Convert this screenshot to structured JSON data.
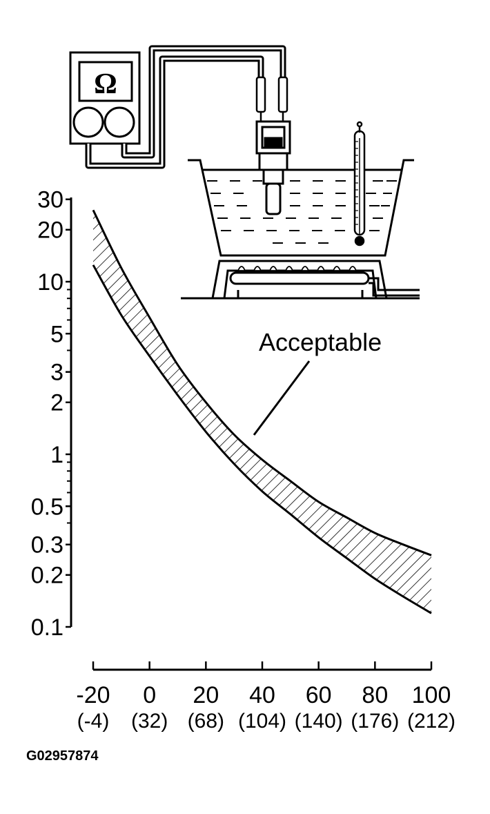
{
  "figure_id": "G02957874",
  "ohmmeter_symbol": "Ω",
  "illustration": {
    "icons": [
      "ohmmeter-icon",
      "temperature-sensor-icon",
      "thermometer-icon",
      "water-pot-icon",
      "burner-icon"
    ]
  },
  "chart_data": {
    "type": "area",
    "y_scale": "log",
    "ylim": [
      0.1,
      30
    ],
    "xlim": [
      -20,
      100
    ],
    "y_ticks": [
      {
        "v": 0.1,
        "label": "0.1"
      },
      {
        "v": 0.2,
        "label": "0.2"
      },
      {
        "v": 0.3,
        "label": "0.3"
      },
      {
        "v": 0.5,
        "label": "0.5"
      },
      {
        "v": 1,
        "label": "1"
      },
      {
        "v": 2,
        "label": "2"
      },
      {
        "v": 3,
        "label": "3"
      },
      {
        "v": 5,
        "label": "5"
      },
      {
        "v": 10,
        "label": "10"
      },
      {
        "v": 20,
        "label": "20"
      },
      {
        "v": 30,
        "label": "30"
      }
    ],
    "y_minor_ticks": [
      0.4,
      0.6,
      0.7,
      0.8,
      0.9,
      4,
      6,
      7,
      8,
      9
    ],
    "x_ticks": [
      {
        "v": -20,
        "label": "-20",
        "sub": "(-4)"
      },
      {
        "v": 0,
        "label": "0",
        "sub": "(32)"
      },
      {
        "v": 20,
        "label": "20",
        "sub": "(68)"
      },
      {
        "v": 40,
        "label": "40",
        "sub": "(104)"
      },
      {
        "v": 60,
        "label": "60",
        "sub": "(140)"
      },
      {
        "v": 80,
        "label": "80",
        "sub": "(176)"
      },
      {
        "v": 100,
        "label": "100",
        "sub": "(212)"
      }
    ],
    "band": {
      "x": [
        -20,
        -10,
        0,
        10,
        20,
        30,
        40,
        50,
        60,
        70,
        80,
        90,
        100
      ],
      "upper": [
        26,
        12,
        6.2,
        3.3,
        2.0,
        1.3,
        0.93,
        0.7,
        0.53,
        0.43,
        0.35,
        0.3,
        0.26
      ],
      "lower": [
        12.5,
        6.4,
        3.7,
        2.2,
        1.35,
        0.88,
        0.61,
        0.45,
        0.33,
        0.25,
        0.19,
        0.15,
        0.12
      ]
    },
    "annotation": {
      "text": "Acceptable",
      "x": 38,
      "y": 1.2
    },
    "xlabel": "",
    "ylabel": "",
    "title": "",
    "grid": false
  }
}
